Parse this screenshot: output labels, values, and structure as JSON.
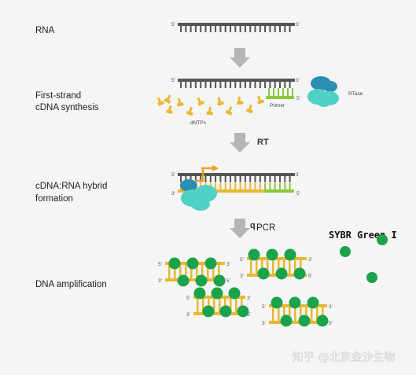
{
  "steps": {
    "rna": "RNA",
    "first_strand_1": "First-strand",
    "first_strand_2": "cDNA synthesis",
    "hybrid_1": "cDNA:RNA hybrid",
    "hybrid_2": "formation",
    "amplification": "DNA amplification"
  },
  "labels": {
    "five_prime": "5'",
    "three_prime": "3'",
    "rtase": "RTase",
    "primer": "Primer",
    "dntps": "dNTPs",
    "rt_arrow": "RT",
    "qpcr_q": "q",
    "qpcr_pcr": "PCR",
    "sybr": "SYBR Green I"
  },
  "watermark": "知乎 @北京金沙生物",
  "colors": {
    "rna_strand": "#555555",
    "cdna_strand": "#e8b832",
    "primer": "#8cc63f",
    "rtase_light": "#4fd1c5",
    "rtase_dark": "#2a8fb0",
    "sybr_dye": "#1aa34a",
    "arrow": "#b5b5b5"
  }
}
